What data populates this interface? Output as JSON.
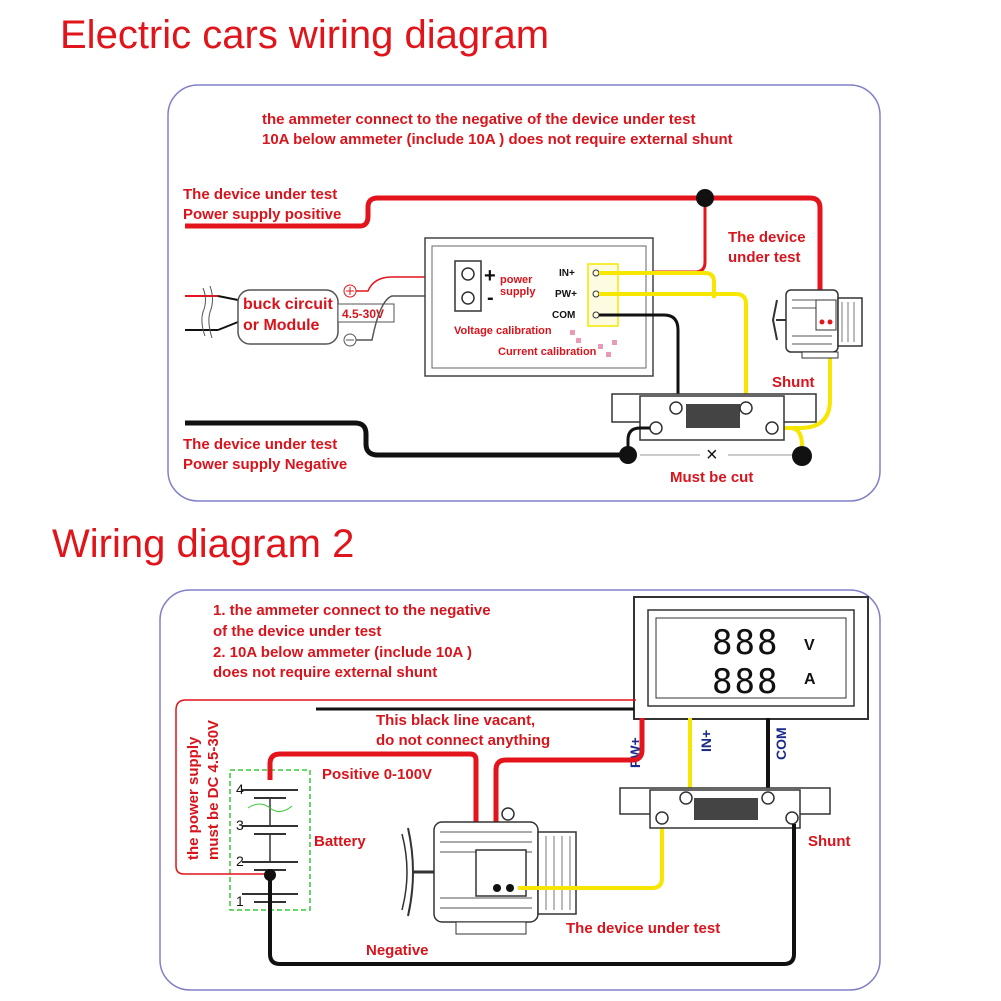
{
  "diagram1": {
    "title": "Electric cars wiring diagram",
    "note_line1": "the ammeter connect to the negative of the device under test",
    "note_line2": "10A below ammeter (include 10A ) does not require external shunt",
    "pos_label_line1": "The device under test",
    "pos_label_line2": "Power supply positive",
    "buck_line1": "buck circuit",
    "buck_line2": "or Module",
    "voltage_range": "4.5-30V",
    "plus_symbol": "+",
    "minus_symbol": "-",
    "power_supply_line1": "power",
    "power_supply_line2": "supply",
    "terminal_in": "IN+",
    "terminal_pw": "PW+",
    "terminal_com": "COM",
    "voltage_calibration": "Voltage calibration",
    "current_calibration": "Current calibration",
    "dut_line1": "The device",
    "dut_line2": "under test",
    "shunt": "Shunt",
    "neg_label_line1": "The device under test",
    "neg_label_line2": "Power supply Negative",
    "cut_mark": "×",
    "must_be_cut": "Must be cut"
  },
  "diagram2": {
    "title": "Wiring diagram 2",
    "note_line1": "1. the ammeter connect to the negative",
    "note_line2": "of the device under test",
    "note_line3": "2. 10A below ammeter (include 10A )",
    "note_line4": "does not require external shunt",
    "display_v_digits": "888",
    "display_a_digits": "888",
    "unit_v": "V",
    "unit_a": "A",
    "vacant_line1": "This black line vacant,",
    "vacant_line2": "do not connect anything",
    "terminal_pw": "PW+",
    "terminal_in": "IN+",
    "terminal_com": "COM",
    "supply_line1": "the power supply",
    "supply_line2": "must be DC 4.5-30V",
    "positive_label": "Positive 0-100V",
    "battery_label": "Battery",
    "cell_numbers": [
      "1",
      "2",
      "3",
      "4"
    ],
    "shunt": "Shunt",
    "dut": "The device under test",
    "negative_label": "Negative"
  },
  "colors": {
    "heading": "#e0151b",
    "wire_red": "#e3141b",
    "wire_yellow": "#f6e600",
    "wire_black": "#111111",
    "frame": "#8080c8",
    "label_red": "#d8141c"
  }
}
